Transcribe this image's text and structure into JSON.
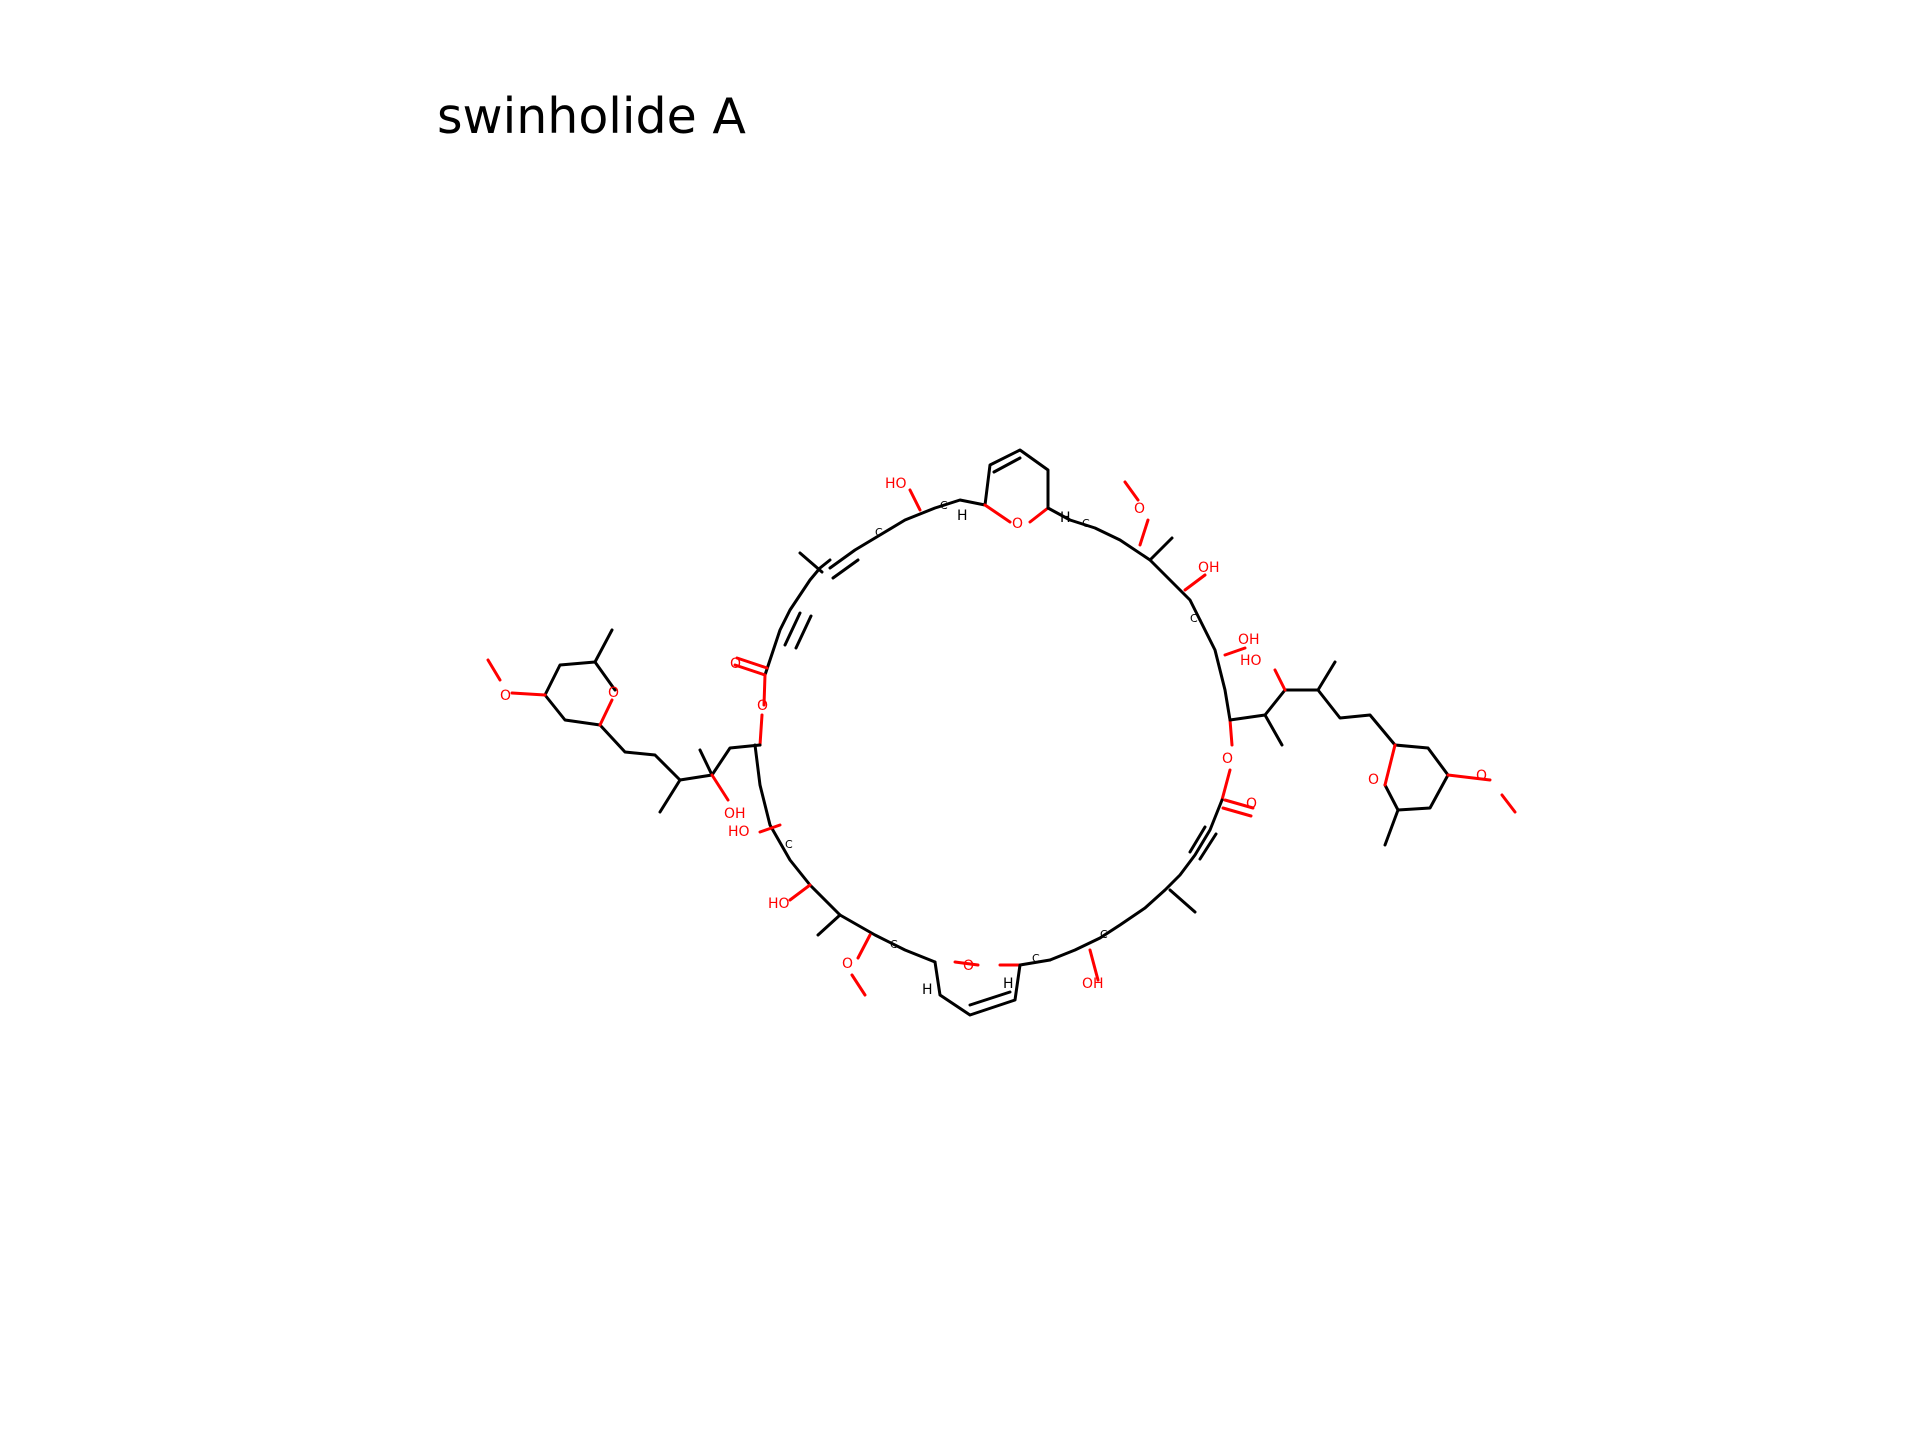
{
  "title": "swinholide A",
  "atom_labels": {
    "O": "O",
    "OH": "OH",
    "HO": "HO",
    "C": "C",
    "H": "H"
  },
  "colors": {
    "bond": "#000000",
    "heteroatom": "#ff0000",
    "background": "#ffffff"
  }
}
